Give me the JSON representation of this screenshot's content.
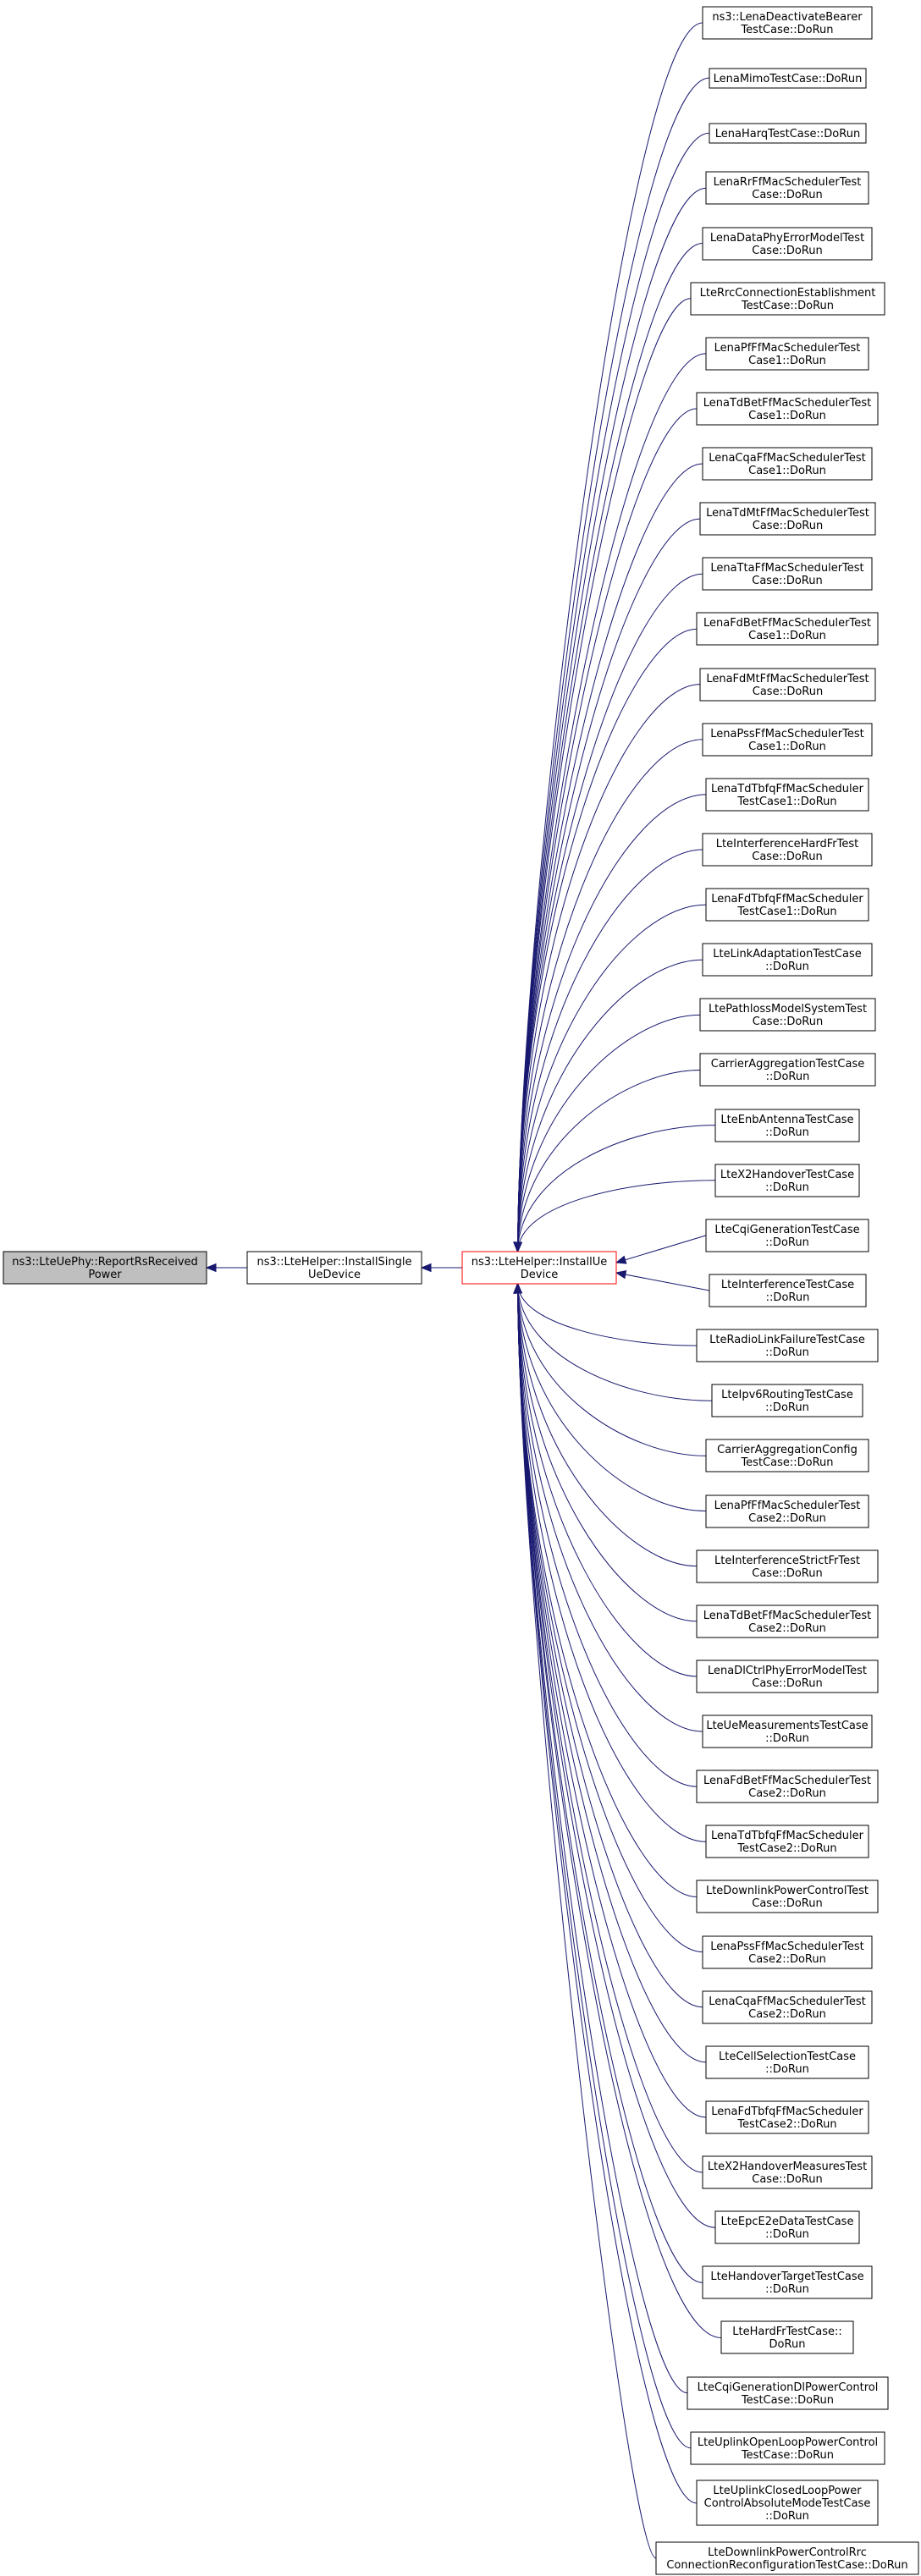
{
  "colors": {
    "edge": "#191970",
    "root_fill": "#bfbfbf",
    "focus_border": "#ff0000",
    "node_border": "#000000"
  },
  "root": {
    "lines": [
      "ns3::LteUePhy::ReportRsReceived",
      "Power"
    ]
  },
  "middle": {
    "lines": [
      "ns3::LteHelper::InstallSingle",
      "UeDevice"
    ]
  },
  "focus": {
    "lines": [
      "ns3::LteHelper::InstallUe",
      "Device"
    ]
  },
  "callers": [
    {
      "lines": [
        "ns3::LenaDeactivateBearer",
        "TestCase::DoRun"
      ]
    },
    {
      "lines": [
        "LenaMimoTestCase::DoRun"
      ]
    },
    {
      "lines": [
        "LenaHarqTestCase::DoRun"
      ]
    },
    {
      "lines": [
        "LenaRrFfMacSchedulerTest",
        "Case::DoRun"
      ]
    },
    {
      "lines": [
        "LenaDataPhyErrorModelTest",
        "Case::DoRun"
      ]
    },
    {
      "lines": [
        "LteRrcConnectionEstablishment",
        "TestCase::DoRun"
      ]
    },
    {
      "lines": [
        "LenaPfFfMacSchedulerTest",
        "Case1::DoRun"
      ]
    },
    {
      "lines": [
        "LenaTdBetFfMacSchedulerTest",
        "Case1::DoRun"
      ]
    },
    {
      "lines": [
        "LenaCqaFfMacSchedulerTest",
        "Case1::DoRun"
      ]
    },
    {
      "lines": [
        "LenaTdMtFfMacSchedulerTest",
        "Case::DoRun"
      ]
    },
    {
      "lines": [
        "LenaTtaFfMacSchedulerTest",
        "Case::DoRun"
      ]
    },
    {
      "lines": [
        "LenaFdBetFfMacSchedulerTest",
        "Case1::DoRun"
      ]
    },
    {
      "lines": [
        "LenaFdMtFfMacSchedulerTest",
        "Case::DoRun"
      ]
    },
    {
      "lines": [
        "LenaPssFfMacSchedulerTest",
        "Case1::DoRun"
      ]
    },
    {
      "lines": [
        "LenaTdTbfqFfMacScheduler",
        "TestCase1::DoRun"
      ]
    },
    {
      "lines": [
        "LteInterferenceHardFrTest",
        "Case::DoRun"
      ]
    },
    {
      "lines": [
        "LenaFdTbfqFfMacScheduler",
        "TestCase1::DoRun"
      ]
    },
    {
      "lines": [
        "LteLinkAdaptationTestCase",
        "::DoRun"
      ]
    },
    {
      "lines": [
        "LtePathlossModelSystemTest",
        "Case::DoRun"
      ]
    },
    {
      "lines": [
        "CarrierAggregationTestCase",
        "::DoRun"
      ]
    },
    {
      "lines": [
        "LteEnbAntennaTestCase",
        "::DoRun"
      ]
    },
    {
      "lines": [
        "LteX2HandoverTestCase",
        "::DoRun"
      ]
    },
    {
      "lines": [
        "LteCqiGenerationTestCase",
        "::DoRun"
      ]
    },
    {
      "lines": [
        "LteInterferenceTestCase",
        "::DoRun"
      ]
    },
    {
      "lines": [
        "LteRadioLinkFailureTestCase",
        "::DoRun"
      ]
    },
    {
      "lines": [
        "LteIpv6RoutingTestCase",
        "::DoRun"
      ]
    },
    {
      "lines": [
        "CarrierAggregationConfig",
        "TestCase::DoRun"
      ]
    },
    {
      "lines": [
        "LenaPfFfMacSchedulerTest",
        "Case2::DoRun"
      ]
    },
    {
      "lines": [
        "LteInterferenceStrictFrTest",
        "Case::DoRun"
      ]
    },
    {
      "lines": [
        "LenaTdBetFfMacSchedulerTest",
        "Case2::DoRun"
      ]
    },
    {
      "lines": [
        "LenaDlCtrlPhyErrorModelTest",
        "Case::DoRun"
      ]
    },
    {
      "lines": [
        "LteUeMeasurementsTestCase",
        "::DoRun"
      ]
    },
    {
      "lines": [
        "LenaFdBetFfMacSchedulerTest",
        "Case2::DoRun"
      ]
    },
    {
      "lines": [
        "LenaTdTbfqFfMacScheduler",
        "TestCase2::DoRun"
      ]
    },
    {
      "lines": [
        "LteDownlinkPowerControlTest",
        "Case::DoRun"
      ]
    },
    {
      "lines": [
        "LenaPssFfMacSchedulerTest",
        "Case2::DoRun"
      ]
    },
    {
      "lines": [
        "LenaCqaFfMacSchedulerTest",
        "Case2::DoRun"
      ]
    },
    {
      "lines": [
        "LteCellSelectionTestCase",
        "::DoRun"
      ]
    },
    {
      "lines": [
        "LenaFdTbfqFfMacScheduler",
        "TestCase2::DoRun"
      ]
    },
    {
      "lines": [
        "LteX2HandoverMeasuresTest",
        "Case::DoRun"
      ]
    },
    {
      "lines": [
        "LteEpcE2eDataTestCase",
        "::DoRun"
      ]
    },
    {
      "lines": [
        "LteHandoverTargetTestCase",
        "::DoRun"
      ]
    },
    {
      "lines": [
        "LteHardFrTestCase::",
        "DoRun"
      ]
    },
    {
      "lines": [
        "LteCqiGenerationDlPowerControl",
        "TestCase::DoRun"
      ]
    },
    {
      "lines": [
        "LteUplinkOpenLoopPowerControl",
        "TestCase::DoRun"
      ]
    },
    {
      "lines": [
        "LteUplinkClosedLoopPower",
        "ControlAbsoluteModeTestCase",
        "::DoRun"
      ]
    },
    {
      "lines": [
        "LteDownlinkPowerControlRrc",
        "ConnectionReconfigurationTestCase::DoRun"
      ]
    }
  ]
}
